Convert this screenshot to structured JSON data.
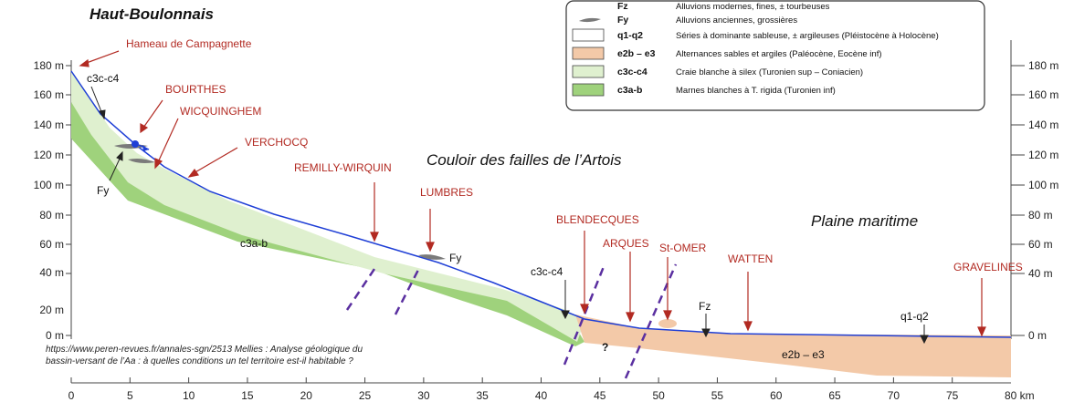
{
  "regions": {
    "haut_boulonnais": "Haut-Boulonnais",
    "couloir": "Couloir des failles de l’Artois",
    "plaine": "Plaine maritime"
  },
  "axes": {
    "y_ticks": [
      "0 m",
      "20 m",
      "40 m",
      "60 m",
      "80 m",
      "100 m",
      "120 m",
      "140 m",
      "160 m",
      "180 m"
    ],
    "x_ticks": [
      "0",
      "5",
      "10",
      "15",
      "20",
      "25",
      "30",
      "35",
      "40",
      "45",
      "50",
      "55",
      "60",
      "65",
      "70",
      "75"
    ],
    "x_last": "80 km"
  },
  "places": {
    "hameau": "Hameau de Campagnette",
    "bourthes": "BOURTHES",
    "wicquinghem": "WICQUINGHEM",
    "verchocq": "VERCHOCQ",
    "remilly": "REMILLY-WIRQUIN",
    "lumbres": "LUMBRES",
    "blendecques": "BLENDECQUES",
    "arques": "ARQUES",
    "stomer": "St-OMER",
    "watten": "WATTEN",
    "gravelines": "GRAVELINES"
  },
  "unit_labels": {
    "c3cc4_top": "c3c-c4",
    "fy_left": "Fy",
    "c3ab": "c3a-b",
    "fy_mid": "Fy",
    "c3cc4_mid": "c3c-c4",
    "question": "?",
    "fz": "Fz",
    "q1q2": "q1-q2",
    "e2be3": "e2b – e3"
  },
  "legend": [
    {
      "code": "Fz",
      "desc": "Alluvions modernes, fines, ± tourbeuses",
      "swatch": "none",
      "color": ""
    },
    {
      "code": "Fy",
      "desc": "Alluvions anciennes, grossières",
      "swatch": "lens",
      "color": "#7a7a7a"
    },
    {
      "code": "q1-q2",
      "desc": "Séries à dominante sableuse, ± argileuses (Pléistocène à Holocène)",
      "swatch": "box",
      "color": "#ffffff"
    },
    {
      "code": "e2b – e3",
      "desc": "Alternances sables et argiles (Paléocène, Eocène inf)",
      "swatch": "box",
      "color": "#f3c9a8"
    },
    {
      "code": "c3c-c4",
      "desc": "Craie blanche à silex (Turonien sup – Coniacien)",
      "swatch": "box",
      "color": "#dff0cf"
    },
    {
      "code": "c3a-b",
      "desc": "Marnes blanches à T. rigida (Turonien inf)",
      "swatch": "box",
      "color": "#9fd27c"
    }
  ],
  "source": {
    "line1": "https://www.peren-revues.fr/annales-sgn/2513 Mellies : Analyse géologique du",
    "line2": "bassin-versant de l’Aa : à quelles conditions un tel territoire est-il habitable ?"
  },
  "colors": {
    "chalk_white": "#dff0cf",
    "marl": "#9fd27c",
    "tertiary": "#f3c9a8",
    "river": "#1f3fd6",
    "fault": "#5a2fa0",
    "place_red": "#b22a22"
  }
}
